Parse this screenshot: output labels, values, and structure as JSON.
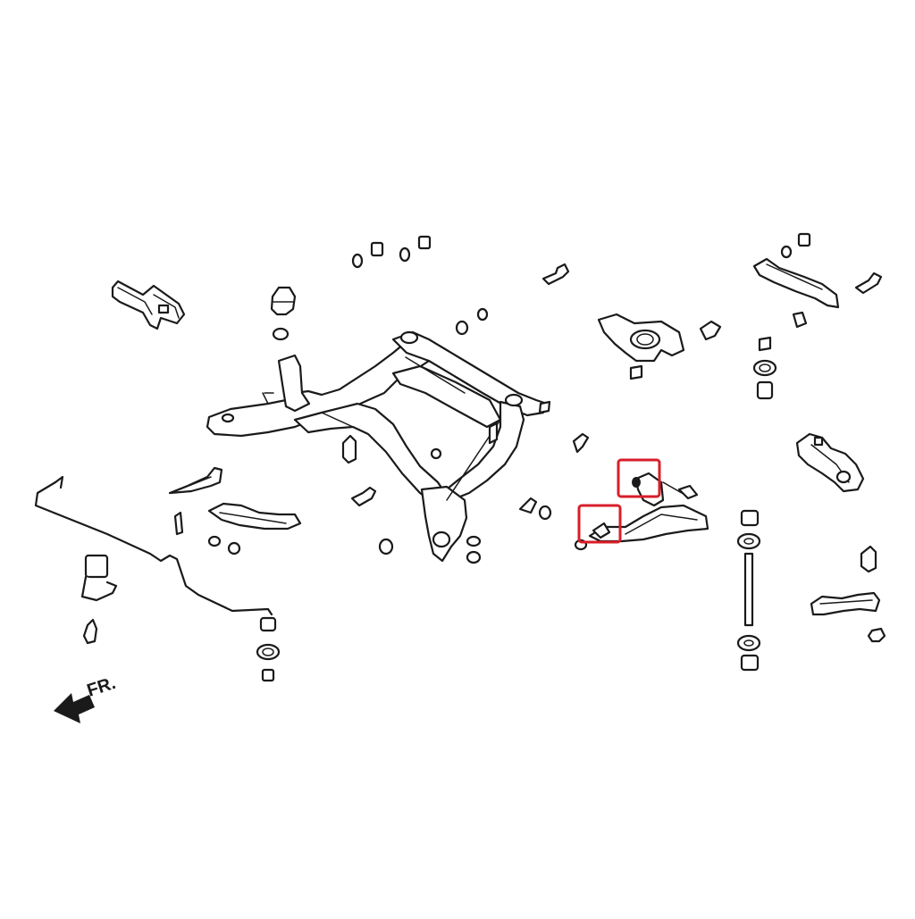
{
  "direction_label": "FR.",
  "colors": {
    "ink": "#1a1a1a",
    "highlight": "#d81e2a",
    "background": "#ffffff"
  },
  "highlighted_parts": [
    "bushing-upper",
    "bushing-lower"
  ]
}
